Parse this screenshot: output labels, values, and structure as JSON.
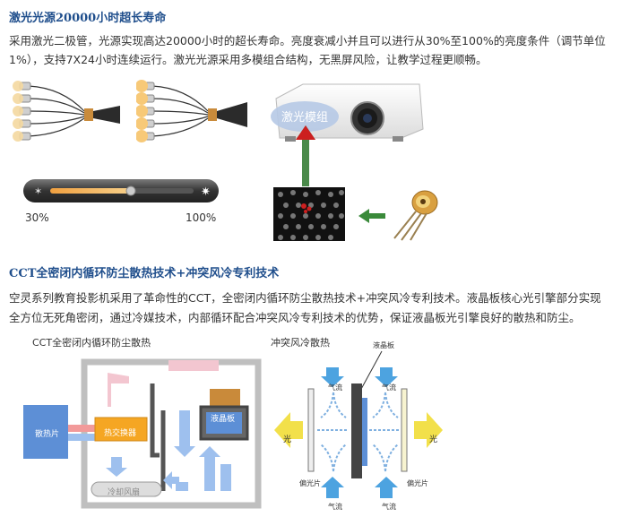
{
  "section1": {
    "title": "激光光源20000小时超长寿命",
    "paragraph_line1": "采用激光二极管，光源实现高达20000小时的超长寿命。亮度衰减小并且可以进行从30%至100%的亮度条件（调节单位",
    "paragraph_line2": "1%），支持7X24小时连续运行。激光光源采用多模组合结构，无黑屏风险，让教学过程更顺畅。",
    "slider_min_label": "30%",
    "slider_max_label": "100%",
    "projector_module_label": "激光模组"
  },
  "section2": {
    "title": "CCT全密闭内循环防尘散热技术+冲突风冷专利技术",
    "paragraph_line1": "空灵系列教育投影机采用了革命性的CCT，全密闭内循环防尘散热技术+冲突风冷专利技术。液晶板核心光引擎部分实现",
    "paragraph_line2": "全方位无死角密闭，通过冷媒技术，内部循环配合冲突风冷专利技术的优势，保证液晶板光引擎良好的散热和防尘。",
    "left_diagram": {
      "title": "CCT全密闭内循环防尘散热",
      "heat_sink": "散热片",
      "heat_exchanger": "热交换器",
      "lcd_panel": "液晶板",
      "cooling_fan": "冷却风扇"
    },
    "right_diagram": {
      "title": "冲突风冷散热",
      "lcd_panel": "液晶板",
      "airflow": "气流",
      "light": "光",
      "polarizer": "偏光片"
    }
  },
  "colors": {
    "heading": "#1f4e8c",
    "accent_orange": "#f5a623",
    "diagram_blue": "#7fb0e0",
    "heat_sink_blue": "#5d8fd6",
    "yellow_arrow": "#f2e04a",
    "green_arrow": "#3a8a3a",
    "red_arrow": "#cc1f1f"
  }
}
